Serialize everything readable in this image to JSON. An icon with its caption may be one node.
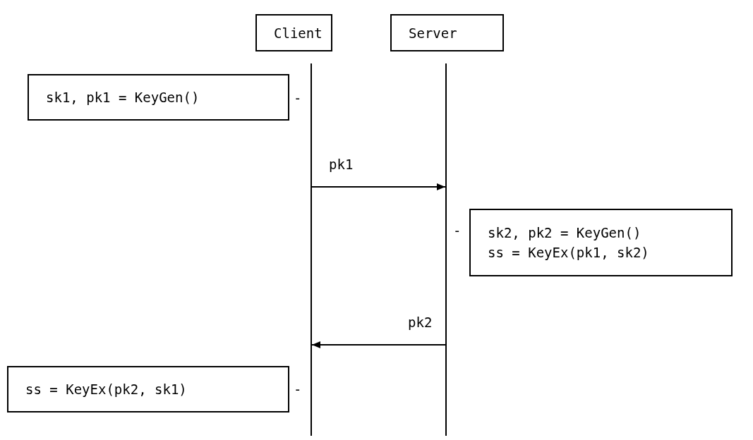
{
  "diagram": {
    "nodes": [
      {
        "text": [
          "Client"
        ]
      },
      {
        "text": [
          "Server"
        ]
      },
      {
        "text": [],
        "shape": "bar"
      },
      {
        "text": [],
        "shape": "bar"
      },
      {
        "text": [
          "sk1, pk1 = KeyGen()"
        ]
      },
      {
        "text": [
          "sk2, pk2 = KeyGen()",
          "ss = KeyEx(pk1, sk2)"
        ]
      },
      {
        "text": [
          "ss = KeyEx(pk2, sk1)"
        ]
      }
    ],
    "edges": [
      {
        "from": 2,
        "to": 3,
        "arrow": "to",
        "label": "pk1"
      },
      {
        "from": 3,
        "to": 2,
        "arrow": "to",
        "label": "pk2"
      }
    ],
    "labels": [
      "-",
      "-",
      "-"
    ]
  }
}
